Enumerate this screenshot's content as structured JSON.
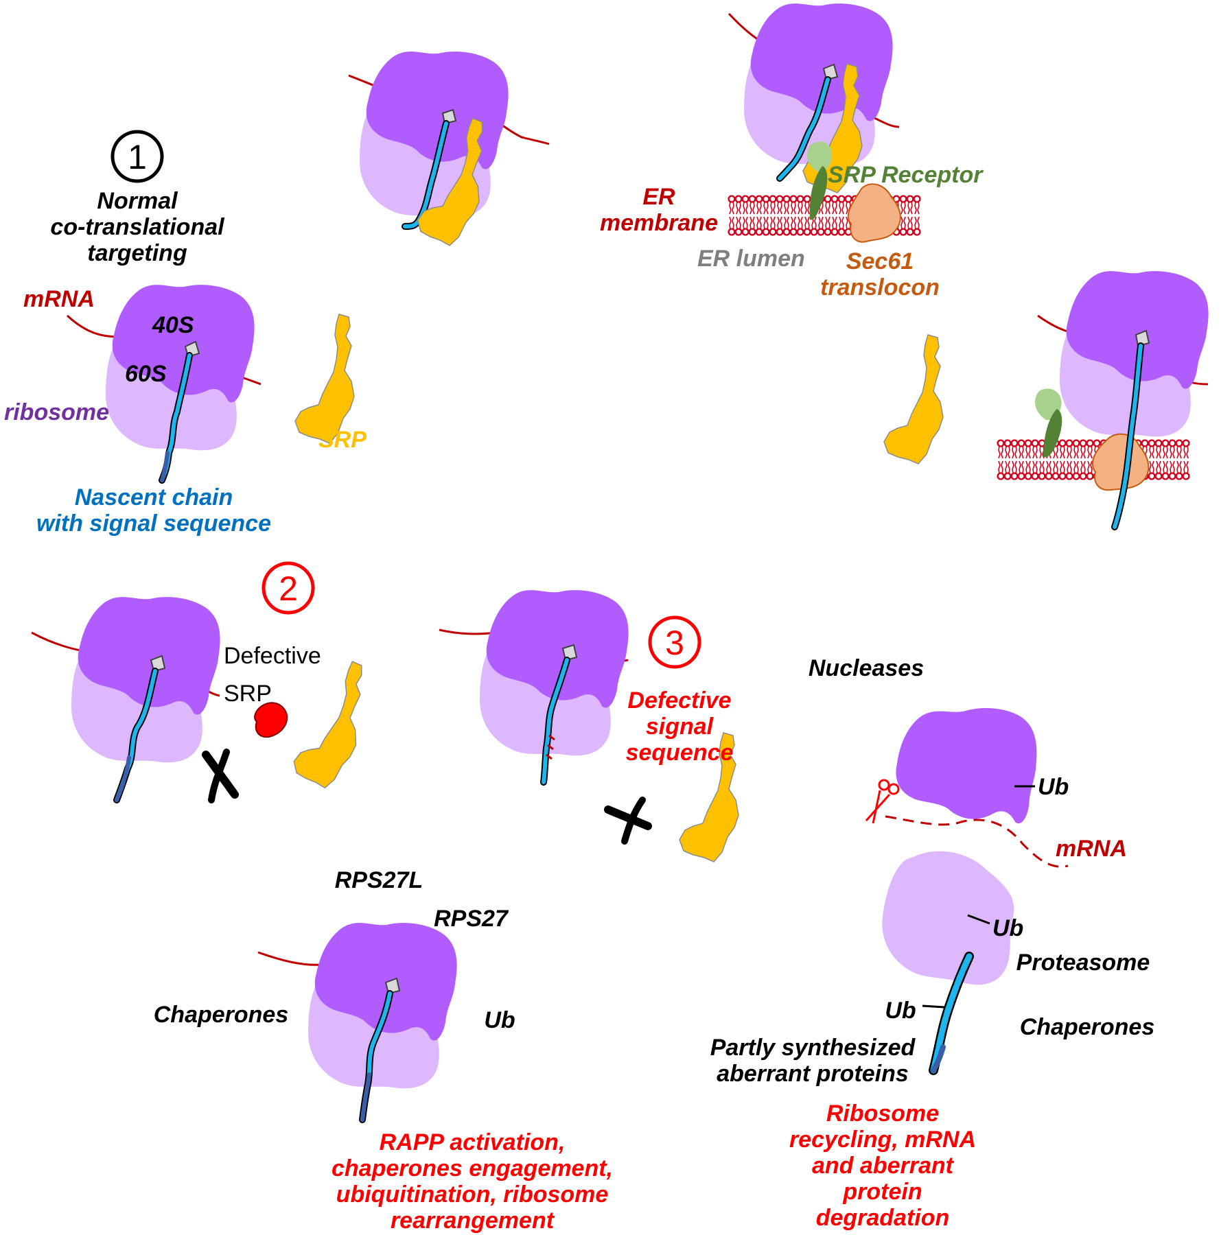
{
  "colors": {
    "large_subunit": "#b05cff",
    "small_subunit": "#ddb8ff",
    "nascent_chain": "#1eb4ec",
    "signal_sequence": "#3a5fa8",
    "srp": "#ffc000",
    "mrna": "#c00000",
    "membrane": "#d6001c",
    "receptor_light": "#a9d18e",
    "receptor_dark": "#548235",
    "translocon": "#f4b183",
    "translocon_edge": "#c55a11",
    "label_black": "#000000",
    "label_red": "#ff0000",
    "label_blue": "#0070c0",
    "label_purple": "#7030a0",
    "label_darkred": "#c00000",
    "label_green": "#538135",
    "label_grey": "#7f7f7f",
    "label_orange": "#c55a11"
  },
  "steps": {
    "one": "1",
    "two": "2",
    "three": "3"
  },
  "labels": {
    "normal_line1": "Normal",
    "normal_line2": "co-translational",
    "normal_line3": "targeting",
    "mrna_1": "mRNA",
    "s40": "40S",
    "s60": "60S",
    "ribosome": "ribosome",
    "srp": "SRP",
    "nascent_line1": "Nascent chain",
    "nascent_line2": "with signal sequence",
    "er_line1": "ER",
    "er_line2": "membrane",
    "srp_receptor": "SRP Receptor",
    "er_lumen": "ER lumen",
    "sec61_line1": "Sec61",
    "sec61_line2": "translocon",
    "defective_srp_line1": "Defective",
    "defective_srp_line2": "SRP",
    "defective_signal_line1": "Defective",
    "defective_signal_line2": "signal",
    "defective_signal_line3": "sequence",
    "nucleases": "Nucleases",
    "ub_top": "Ub",
    "mrna_2": "mRNA",
    "ub_mid": "Ub",
    "proteasome": "Proteasome",
    "ub_chain": "Ub",
    "chaperones_right": "Chaperones",
    "partly_line1": "Partly synthesized",
    "partly_line2": "aberrant proteins",
    "recycling_line1": "Ribosome",
    "recycling_line2": "recycling, mRNA",
    "recycling_line3": "and aberrant",
    "recycling_line4": "protein",
    "recycling_line5": "degradation",
    "rps27l": "RPS27L",
    "rps27": "RPS27",
    "chaperones_left": "Chaperones",
    "ub_left": "Ub",
    "rapp_line1": "RAPP activation,",
    "rapp_line2": "chaperones engagement,",
    "rapp_line3": "ubiquitination, ribosome",
    "rapp_line4": "rearrangement"
  }
}
